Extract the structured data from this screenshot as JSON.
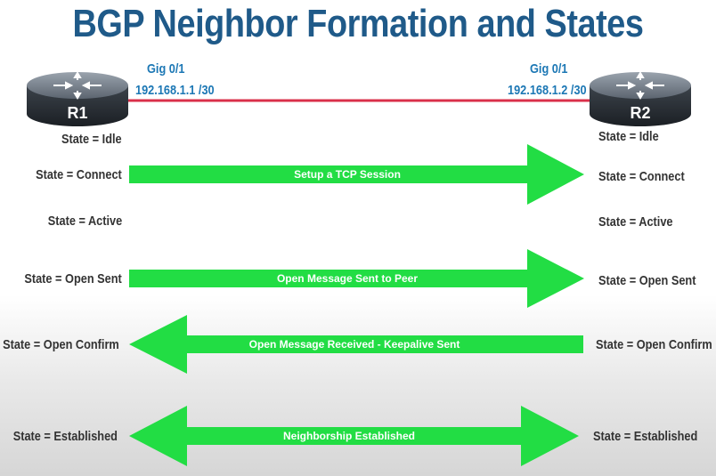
{
  "title": "BGP Neighbor Formation and States",
  "routers": {
    "r1": {
      "name": "R1",
      "iface": "Gig 0/1",
      "ip": "192.168.1.1 /30"
    },
    "r2": {
      "name": "R2",
      "iface": "Gig 0/1",
      "ip": "192.168.1.2 /30"
    }
  },
  "link_color": "#d9304a",
  "arrow_color": "#22dd44",
  "states": {
    "left": [
      "State = Idle",
      "State = Connect",
      "State = Active",
      "State = Open Sent",
      "State = Open Confirm",
      "State = Established"
    ],
    "right": [
      "State = Idle",
      "State = Connect",
      "State = Active",
      "State = Open Sent",
      "State = Open Confirm",
      "State = Established"
    ]
  },
  "arrows": [
    {
      "label": "Setup a TCP Session",
      "direction": "right"
    },
    {
      "label": "Open Message Sent to Peer",
      "direction": "right"
    },
    {
      "label": "Open Message Received - Keepalive Sent",
      "direction": "left"
    },
    {
      "label": "Neighborship Established",
      "direction": "both"
    }
  ]
}
